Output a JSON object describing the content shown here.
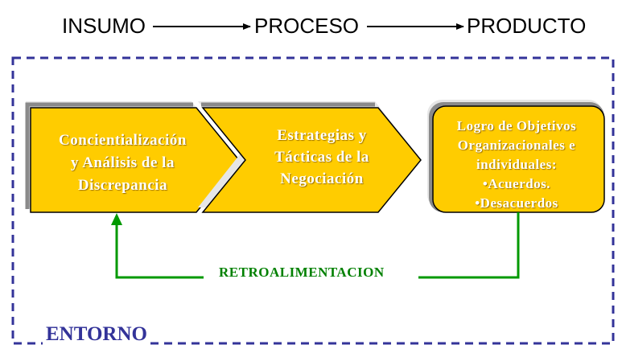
{
  "header": {
    "input": "INSUMO",
    "process": "PROCESO",
    "output": "PRODUCTO"
  },
  "steps": [
    {
      "lines": [
        "Concientialización",
        "y Análisis de la",
        "Discrepancia"
      ]
    },
    {
      "lines": [
        "Estrategias y",
        "Tácticas de la",
        "Negociación"
      ]
    },
    {
      "lines": [
        "Logro de Objetivos",
        "Organizacionales e",
        "individuales:",
        "•Acuerdos.",
        "•Desacuerdos"
      ]
    }
  ],
  "feedback": {
    "label": "RETROALIMENTACION"
  },
  "environment": {
    "label": "ENTORNO"
  },
  "colors": {
    "box_fill": "#FFCC00",
    "box_shadow": "#8a8a8a",
    "box_highlight": "#e6e6e6",
    "box_border": "#000000",
    "feedback_line": "#009900",
    "feedback_text": "#008000",
    "environment_border": "#333399",
    "environment_text": "#333399",
    "header_text": "#000000",
    "box_text": "#ffffff"
  }
}
